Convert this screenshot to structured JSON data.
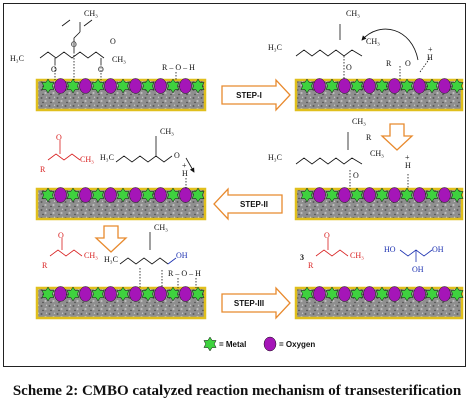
{
  "caption": "Scheme 2: CMBO catalyzed reaction mechanism of transesterification",
  "steps": {
    "step1": "STEP-I",
    "step2": "STEP-II",
    "step3": "STEP-III"
  },
  "legend": {
    "metal": "= Metal",
    "oxygen": "= Oxygen"
  },
  "chem": {
    "ch3": "CH₃",
    "h3c": "H₃C",
    "r_o_h": "R – O – H",
    "o": "O",
    "h": "H",
    "r": "R",
    "oh": "OH",
    "ho": "HO",
    "three": "3",
    "plus": "+",
    "minus": "–"
  },
  "colors": {
    "metal": "#3ed23e",
    "oxygen": "#a515b8",
    "surface_border": "#e0bf1c",
    "arrow_outline": "#e88a2e",
    "product_red": "#d81e1e",
    "glycerol_blue": "#1a2fb0"
  }
}
